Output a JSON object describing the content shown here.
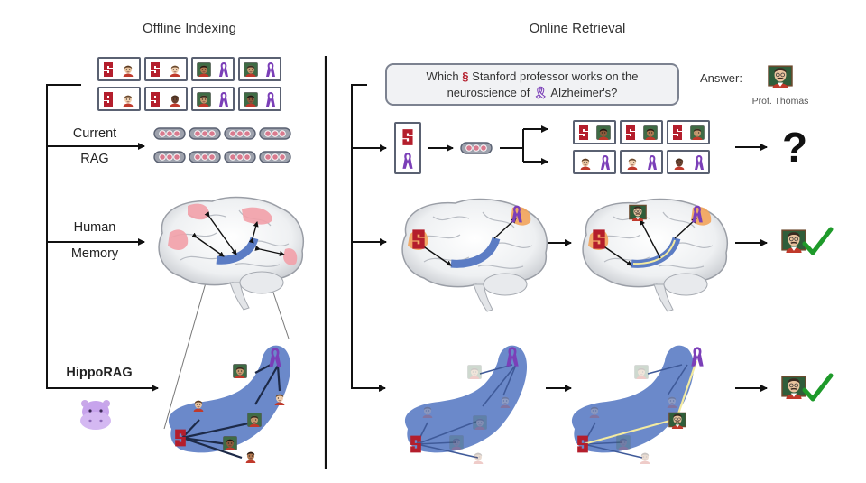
{
  "titles": {
    "offline": "Offline Indexing",
    "online": "Online Retrieval"
  },
  "offline": {
    "labels": {
      "current": "Current",
      "rag": "RAG",
      "human": "Human",
      "memory": "Memory",
      "hipporag": "HippoRAG"
    },
    "passages": [
      [
        [
          "stanford-icon",
          "person-icon"
        ],
        [
          "stanford-icon",
          "person-icon"
        ],
        [
          "person-icon",
          "ribbon-icon"
        ],
        [
          "person-icon",
          "ribbon-icon"
        ]
      ],
      [
        [
          "stanford-icon",
          "person-icon"
        ],
        [
          "stanford-icon",
          "person-icon"
        ],
        [
          "person-icon",
          "ribbon-icon"
        ],
        [
          "person-icon",
          "ribbon-icon"
        ]
      ]
    ],
    "vector_rows": 2,
    "vectors_per_row": 4,
    "mascot_icon": "hippo-icon"
  },
  "online": {
    "query": {
      "prefix": "Which",
      "entity1": "Stanford",
      "middle": "professor works on the",
      "line2_prefix": "neuroscience of",
      "entity2": "Alzheimer's?"
    },
    "answer": {
      "label": "Answer:",
      "name": "Prof. Thomas",
      "icon": "professor-icon"
    },
    "rag_result": "?",
    "retrieved_passages": [
      [
        [
          "stanford-icon",
          "person-icon"
        ],
        [
          "stanford-icon",
          "person-icon"
        ],
        [
          "stanford-icon",
          "person-icon"
        ]
      ],
      [
        [
          "person-icon",
          "ribbon-icon"
        ],
        [
          "person-icon",
          "ribbon-icon"
        ],
        [
          "person-icon",
          "ribbon-icon"
        ]
      ]
    ],
    "result_icons": {
      "correct": "checkmark-icon"
    }
  },
  "colors": {
    "stanford_red": "#b41e2c",
    "ribbon_purple": "#7b3fb8",
    "hippocampus_blue": "#5b7cc4",
    "brain_region_pink": "#f2a0a8",
    "brain_region_orange": "#f2a35a",
    "path_yellow": "#f4eba0",
    "check_green": "#1e9a2a"
  }
}
